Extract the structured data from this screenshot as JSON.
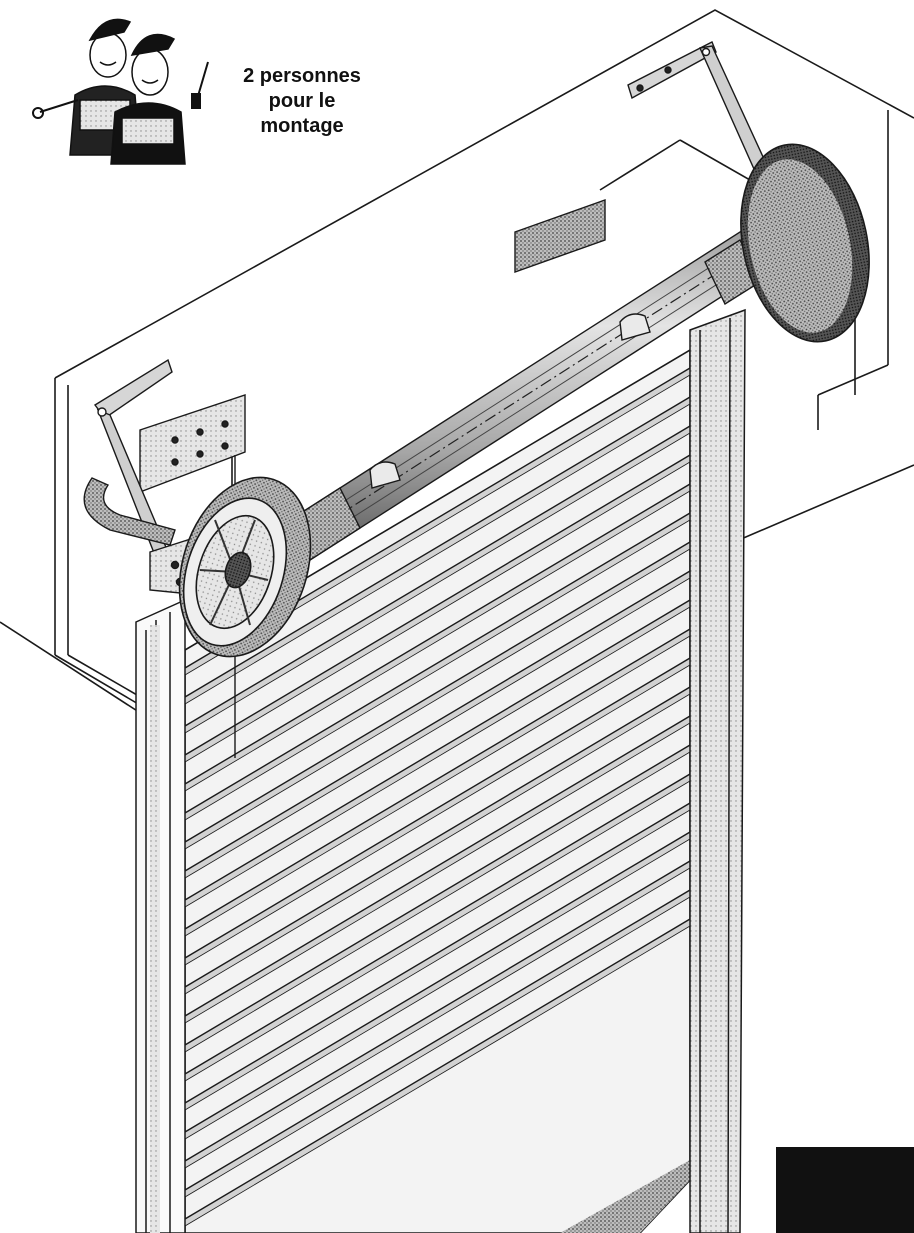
{
  "caption": {
    "lines": [
      "2 personnes",
      "pour le",
      "montage"
    ]
  },
  "icons": {
    "workers": "two-workers-with-tools-icon",
    "spanner": "spanner-icon",
    "screwdriver": "screwdriver-icon"
  },
  "colors": {
    "line": "#1a1a1a",
    "slat_shade": "#9a9a9a",
    "metal_dark": "#3a3a3a",
    "metal_mid": "#7d7d7d",
    "metal_light": "#c9c9c9",
    "background": "#ffffff",
    "corner_block": "#111111"
  }
}
